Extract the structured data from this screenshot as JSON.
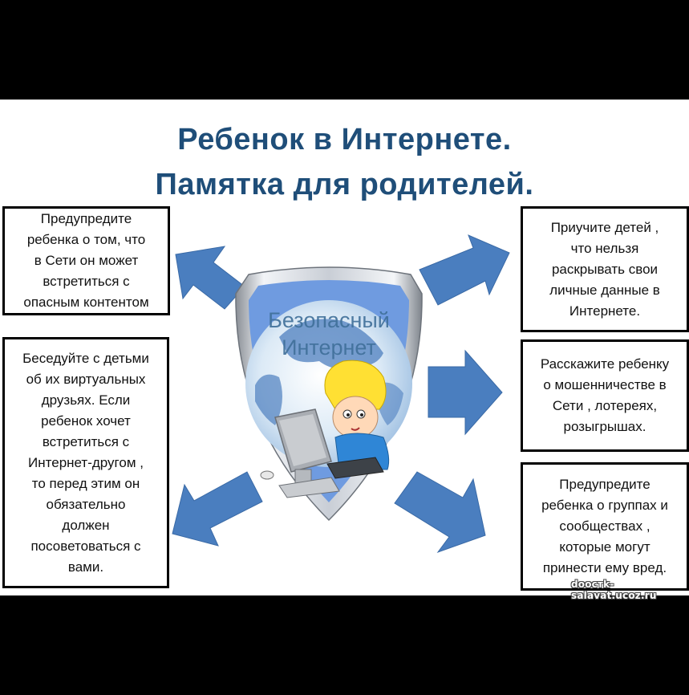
{
  "slide": {
    "title_line1": "Ребенок в Интернете.",
    "title_line2": "Памятка для родителей.",
    "title_color": "#1f4e79",
    "arrow_color": "#4a7ebf"
  },
  "center_image": {
    "icon": "shield-with-globe-and-child-at-computer",
    "text_line1": "Безопасный",
    "text_line2": "Интернет"
  },
  "tips": [
    {
      "position": "left-top",
      "text": "Предупредите\nребенка о том, что\nв Сети он может\nвстретиться  с\nопасным контентом"
    },
    {
      "position": "left-bottom",
      "text": "Беседуйте с детьми\nоб их виртуальных\nдрузьях. Если\nребенок хочет\nвстретиться  с\nИнтернет-другом ,\nто перед этим он\nобязательно\nдолжен\nпосоветоваться с\nвами."
    },
    {
      "position": "right-top",
      "text": "Приучите детей ,\nчто нельзя\nраскрывать свои\nличные данные в\nИнтернете."
    },
    {
      "position": "right-middle",
      "text": "Расскажите ребенку\nо мошенничестве в\nСети , лотереях,\nрозыгрышах."
    },
    {
      "position": "right-bottom",
      "text": "Предупредите\nребенка о группах и\nсообществах ,\nкоторые могут\nпринести ему вред."
    }
  ],
  "watermark": "doocтk-salavat.ucoz.ru"
}
